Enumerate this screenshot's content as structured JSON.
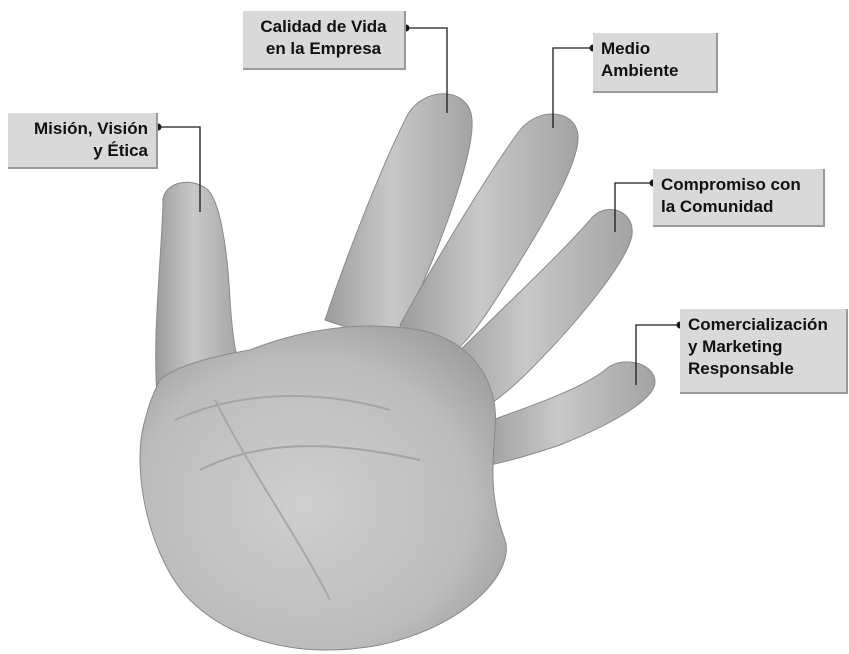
{
  "labels": {
    "mision": {
      "line1": "Misión, Visión",
      "line2": "y Ética"
    },
    "calidad": {
      "line1": "Calidad de Vida",
      "line2": "en la Empresa"
    },
    "medio": {
      "line1": "Medio",
      "line2": "Ambiente"
    },
    "compromiso": {
      "line1": "Compromiso con",
      "line2": "la Comunidad"
    },
    "comercial": {
      "line1": "Comercialización",
      "line2": "y Marketing",
      "line3": "Responsable"
    }
  },
  "colors": {
    "label_fill": "#d9d9d9",
    "label_shadow": "#9a9a9a",
    "leader_line": "#1a1a1a",
    "hand_skin": "#bdbdbd"
  }
}
